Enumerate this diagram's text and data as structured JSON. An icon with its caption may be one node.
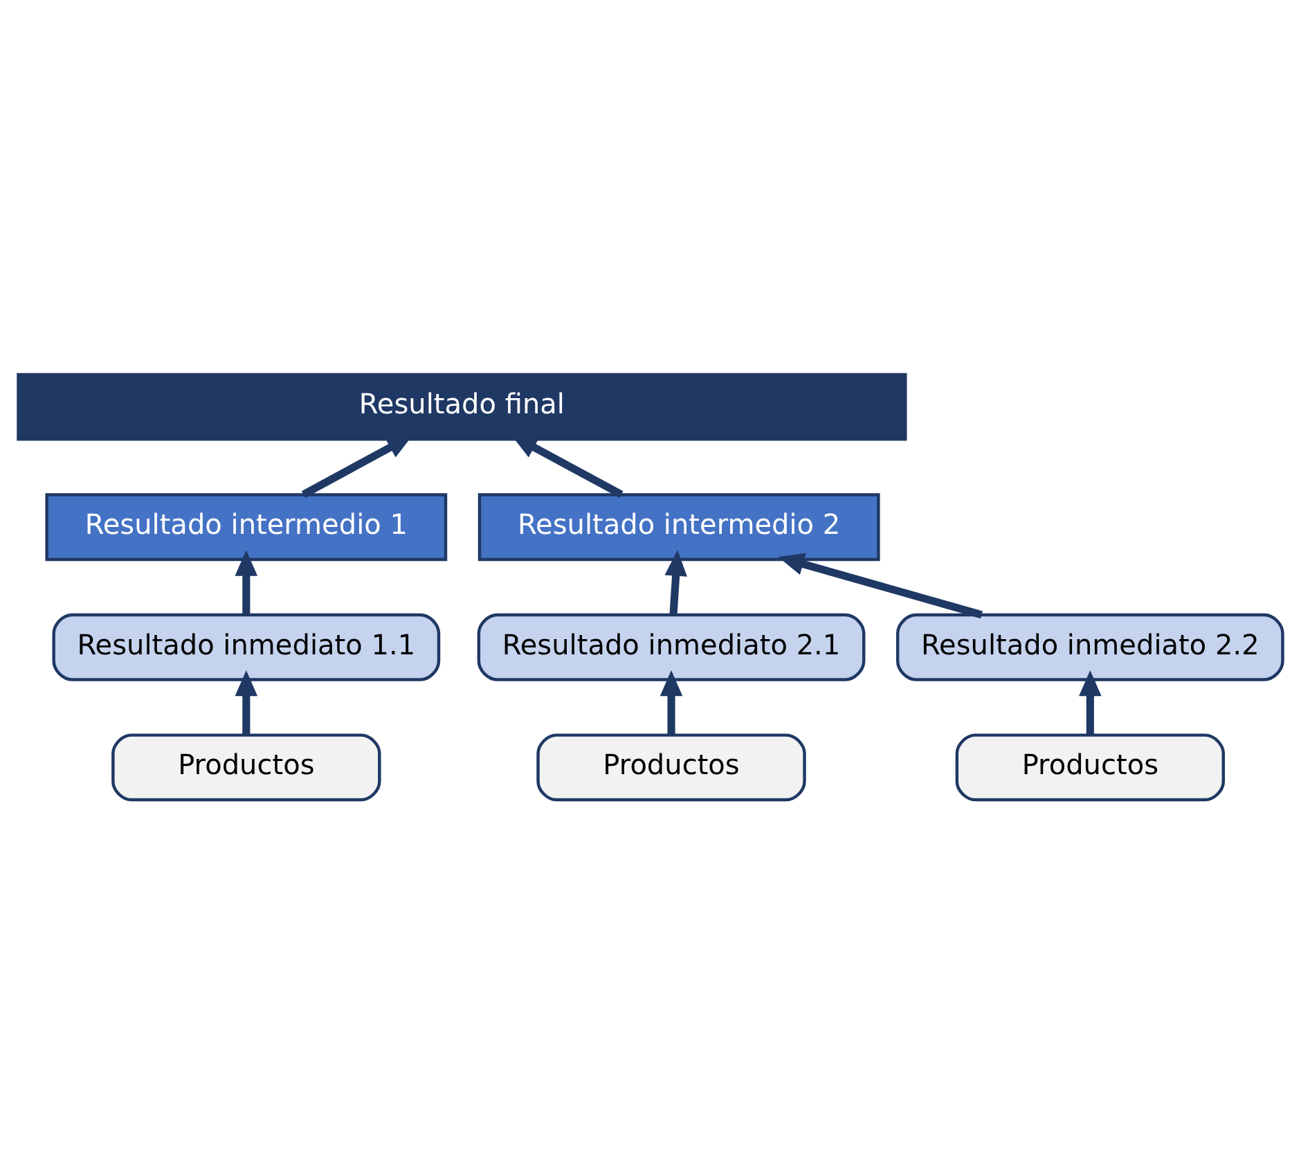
{
  "diagram": {
    "nodes": [
      {
        "text": [
          "Resultado final"
        ]
      },
      {
        "text": [
          "Resultado intermedio 1"
        ]
      },
      {
        "text": [
          "Resultado intermedio 2"
        ]
      },
      {
        "text": [
          "Resultado inmediato 1.1"
        ]
      },
      {
        "text": [
          "Resultado inmediato 2.1"
        ]
      },
      {
        "text": [
          "Resultado inmediato 2.2"
        ]
      },
      {
        "text": [
          "Productos"
        ]
      },
      {
        "text": [
          "Productos"
        ]
      },
      {
        "text": [
          "Productos"
        ]
      }
    ],
    "edges": [
      {
        "from": 1,
        "to": 0,
        "arrow": "to"
      },
      {
        "from": 2,
        "to": 0,
        "arrow": "to"
      },
      {
        "from": 3,
        "to": 1,
        "arrow": "to"
      },
      {
        "from": 4,
        "to": 2,
        "arrow": "to"
      },
      {
        "from": 5,
        "to": 2,
        "arrow": "to"
      },
      {
        "from": 6,
        "to": 3,
        "arrow": "to"
      },
      {
        "from": 7,
        "to": 4,
        "arrow": "to"
      },
      {
        "from": 8,
        "to": 5,
        "arrow": "to"
      }
    ]
  }
}
